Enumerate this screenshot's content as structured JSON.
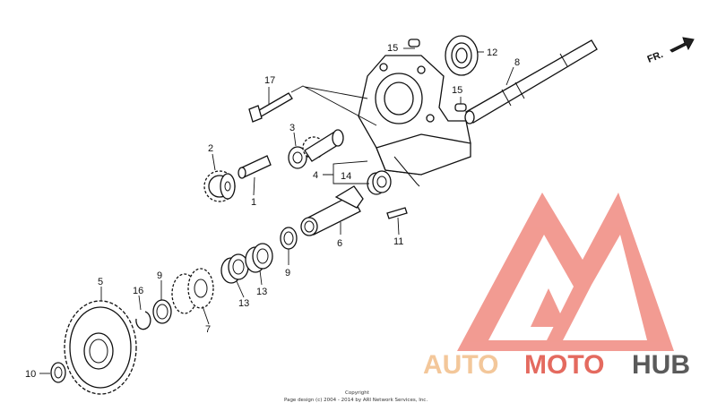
{
  "labels": {
    "p1": "1",
    "p2": "2",
    "p3": "3",
    "p4": "4",
    "p5": "5",
    "p6": "6",
    "p7": "7",
    "p8": "8",
    "p9a": "9",
    "p9b": "9",
    "p10": "10",
    "p11": "11",
    "p12": "12",
    "p13a": "13",
    "p13b": "13",
    "p14": "14",
    "p15a": "15",
    "p15b": "15",
    "p16": "16",
    "p17": "17"
  },
  "direction": {
    "label": "FR."
  },
  "watermark": {
    "part1": "AUTO",
    "part2": "MOTO",
    "part3": "HUB",
    "color_light": "#f3c79a",
    "color_red": "#e46a5f",
    "color_gray": "#5a5a5a"
  },
  "footer": {
    "line1": "Copyright",
    "line2": "Page design (c) 2004 - 2014 by ARI Network Services, Inc."
  }
}
